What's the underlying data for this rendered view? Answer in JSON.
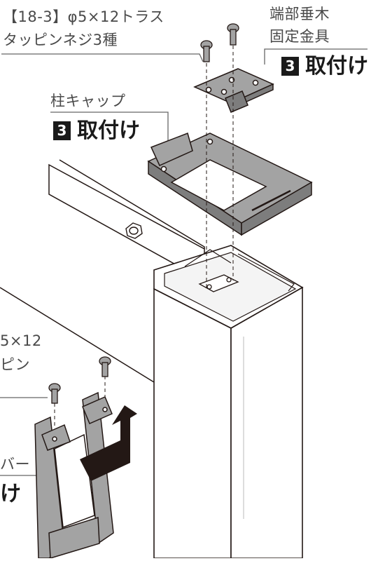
{
  "labels": {
    "screw_code": "【18-3】",
    "screw_name_1": "φ5×12トラス",
    "screw_name_2": "タッピンネジ3種",
    "bracket_name_1": "端部垂木",
    "bracket_name_2": "固定金具",
    "cap_name": "柱キャップ",
    "step_number": "3",
    "step_action": "取付け",
    "left_partial_1": "5×12",
    "left_partial_2": "ピン",
    "left_partial_3": "バー",
    "left_partial_4": "け"
  },
  "colors": {
    "part_gray": "#a3a3a3",
    "part_dark": "#7d7d7d",
    "outline": "#231815",
    "label_text": "#4a4a4a"
  }
}
